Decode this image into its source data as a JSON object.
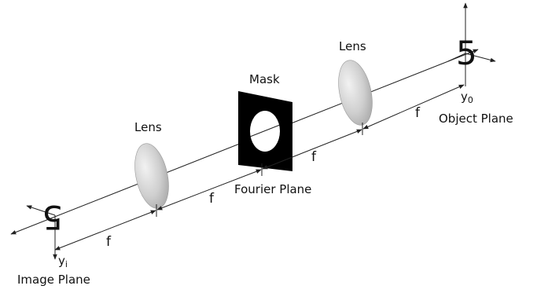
{
  "labels": {
    "lens_left": "Lens",
    "lens_right": "Lens",
    "mask": "Mask",
    "fourier_plane": "Fourier Plane",
    "object_plane": "Object Plane",
    "image_plane": "Image Plane",
    "focal_length": "f",
    "y_object": "y",
    "y_object_sub": "0",
    "y_image": "y",
    "y_image_sub": "i"
  },
  "glyphs": {
    "object_digit": "5",
    "image_digit": "5"
  },
  "colors": {
    "mask": "#000000",
    "lens_fill": "#d0d0d0",
    "lines": "#222222"
  }
}
